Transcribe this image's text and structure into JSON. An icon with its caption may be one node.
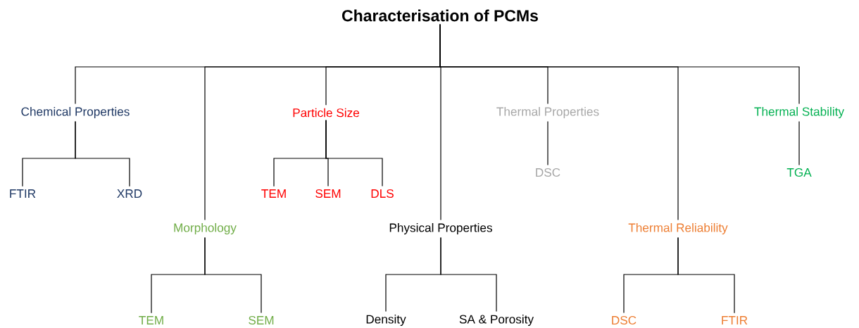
{
  "diagram": {
    "nodes": [
      {
        "text": [
          "Characterisation of PCMs"
        ]
      },
      {
        "text": [
          "Chemical Properties"
        ]
      },
      {
        "text": [
          "FTIR"
        ]
      },
      {
        "text": [
          "XRD"
        ]
      },
      {
        "text": [
          "Morphology"
        ]
      },
      {
        "text": [
          "TEM"
        ]
      },
      {
        "text": [
          "SEM"
        ]
      },
      {
        "text": [
          "Particle Size"
        ]
      },
      {
        "text": [
          "TEM"
        ]
      },
      {
        "text": [
          "SEM"
        ]
      },
      {
        "text": [
          "DLS"
        ]
      },
      {
        "text": [
          "Physical Properties"
        ]
      },
      {
        "text": [
          "Density"
        ]
      },
      {
        "text": [
          "SA & Porosity"
        ]
      },
      {
        "text": [
          "Thermal Properties"
        ]
      },
      {
        "text": [
          "DSC"
        ]
      },
      {
        "text": [
          "Thermal Reliability"
        ]
      },
      {
        "text": [
          "DSC"
        ]
      },
      {
        "text": [
          "FTIR"
        ]
      },
      {
        "text": [
          "Thermal Stability"
        ]
      },
      {
        "text": [
          "TGA"
        ]
      }
    ],
    "edges": [
      {
        "from": 0,
        "to": 1,
        "arrow": "none"
      },
      {
        "from": 0,
        "to": 4,
        "arrow": "none"
      },
      {
        "from": 0,
        "to": 7,
        "arrow": "none"
      },
      {
        "from": 0,
        "to": 11,
        "arrow": "none"
      },
      {
        "from": 0,
        "to": 14,
        "arrow": "none"
      },
      {
        "from": 0,
        "to": 16,
        "arrow": "none"
      },
      {
        "from": 0,
        "to": 19,
        "arrow": "none"
      },
      {
        "from": 1,
        "to": 2,
        "arrow": "none"
      },
      {
        "from": 1,
        "to": 3,
        "arrow": "none"
      },
      {
        "from": 4,
        "to": 5,
        "arrow": "none"
      },
      {
        "from": 4,
        "to": 6,
        "arrow": "none"
      },
      {
        "from": 7,
        "to": 8,
        "arrow": "none"
      },
      {
        "from": 7,
        "to": 9,
        "arrow": "none"
      },
      {
        "from": 7,
        "to": 10,
        "arrow": "none"
      },
      {
        "from": 11,
        "to": 12,
        "arrow": "none"
      },
      {
        "from": 11,
        "to": 13,
        "arrow": "none"
      },
      {
        "from": 14,
        "to": 15,
        "arrow": "none"
      },
      {
        "from": 16,
        "to": 17,
        "arrow": "none"
      },
      {
        "from": 16,
        "to": 18,
        "arrow": "none"
      },
      {
        "from": 19,
        "to": 20,
        "arrow": "none"
      }
    ]
  }
}
